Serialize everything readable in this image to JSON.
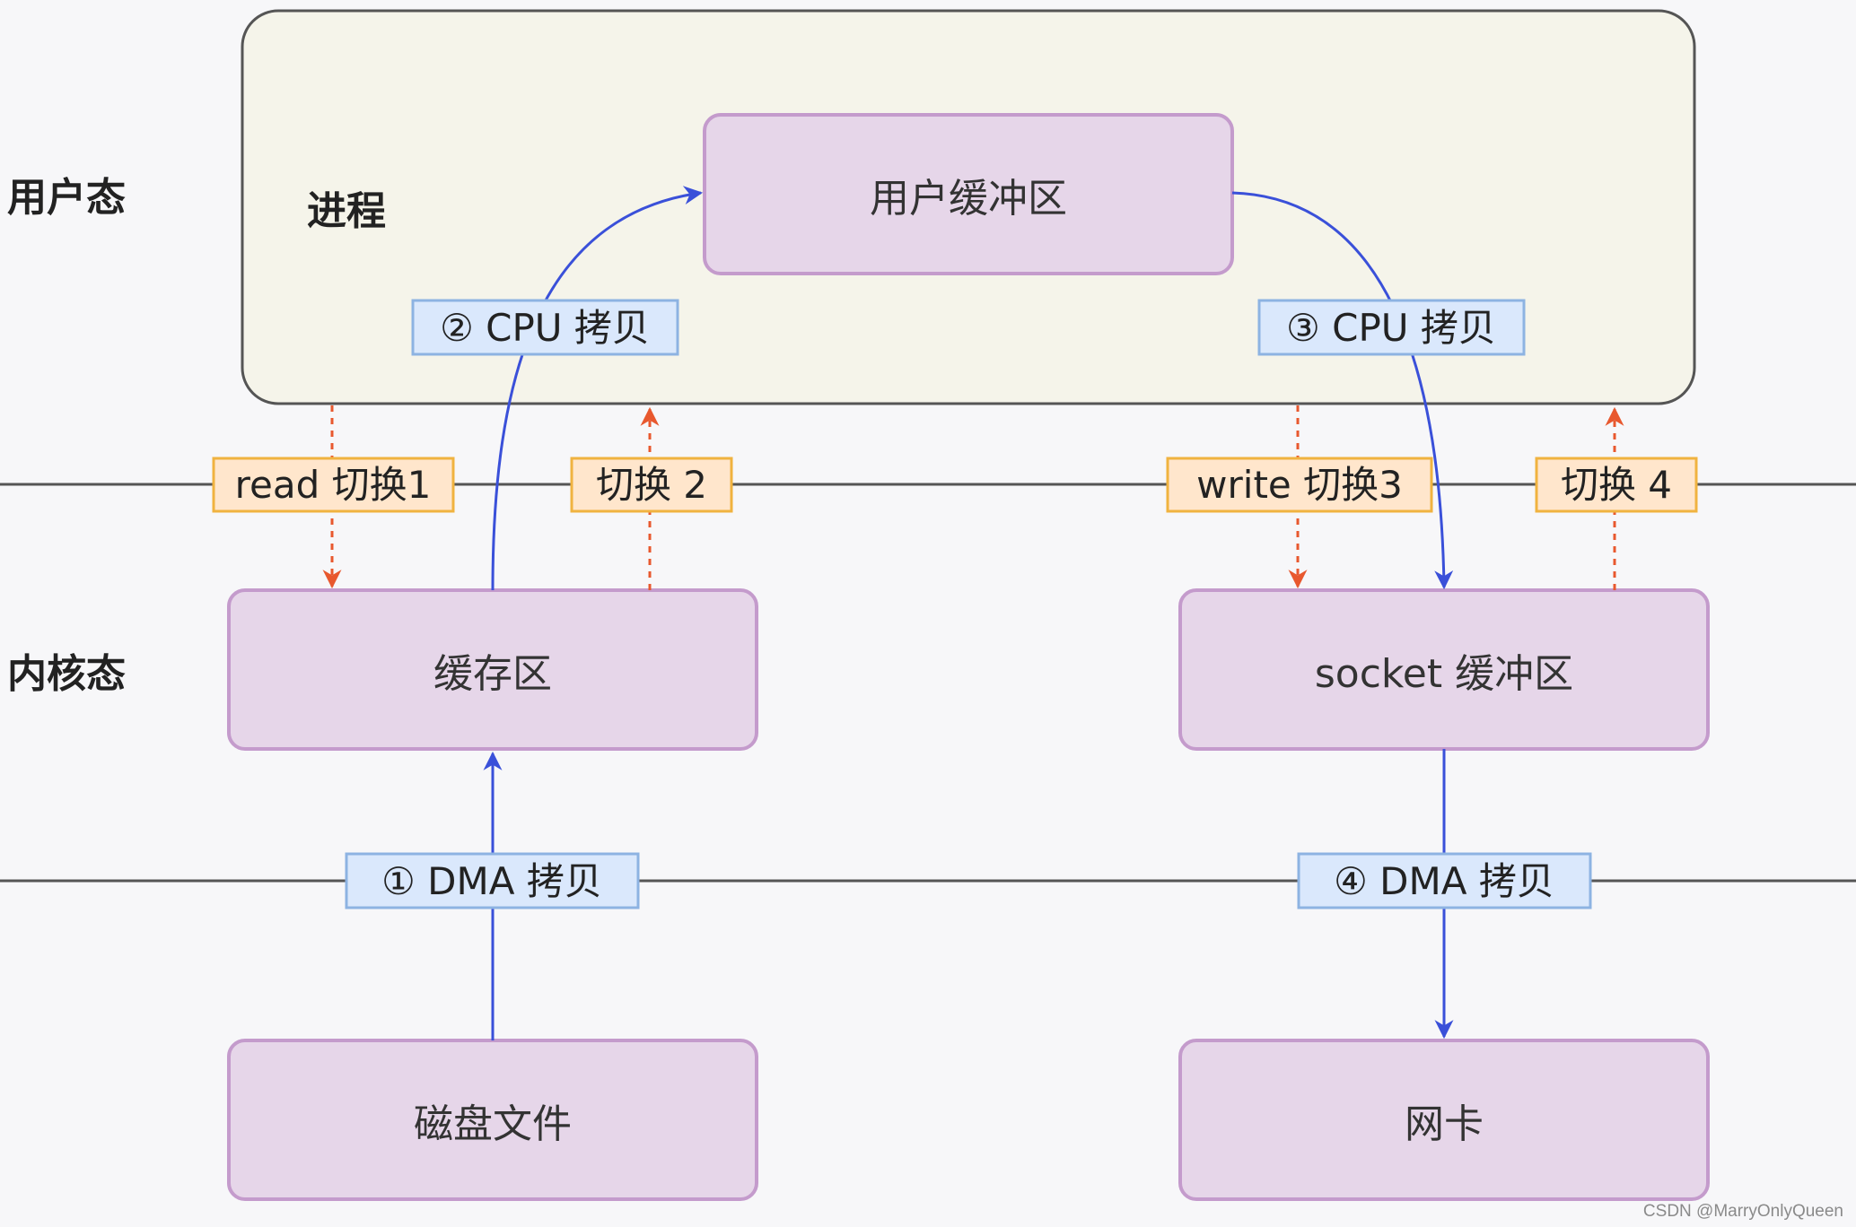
{
  "colors": {
    "background": "#f7f7f9",
    "process_fill": "#f5f4ea",
    "process_stroke": "#555555",
    "box_fill": "#e6d6e9",
    "box_stroke": "#c49bcc",
    "copy_tag_fill": "#dae8fc",
    "copy_tag_stroke": "#8db3e2",
    "switch_tag_fill": "#ffe6cc",
    "switch_tag_stroke": "#f0b340",
    "cpu_dma_arrow": "#3a50d9",
    "switch_arrow": "#e8582e",
    "divider": "#555555"
  },
  "zones": {
    "user": "用户态",
    "kernel": "内核态"
  },
  "process_label": "进程",
  "boxes": {
    "user_buffer": "用户缓冲区",
    "page_cache": "缓存区",
    "socket_buffer": "socket 缓冲区",
    "disk_file": "磁盘文件",
    "nic": "网卡"
  },
  "copies": {
    "dma_1": "① DMA 拷贝",
    "cpu_2": "② CPU 拷贝",
    "cpu_3": "③ CPU 拷贝",
    "dma_4": "④ DMA 拷贝"
  },
  "switches": {
    "s1": "read 切换1",
    "s2": "切换 2",
    "s3": "write 切换3",
    "s4": "切换 4"
  },
  "watermark": "CSDN @MarryOnlyQueen"
}
